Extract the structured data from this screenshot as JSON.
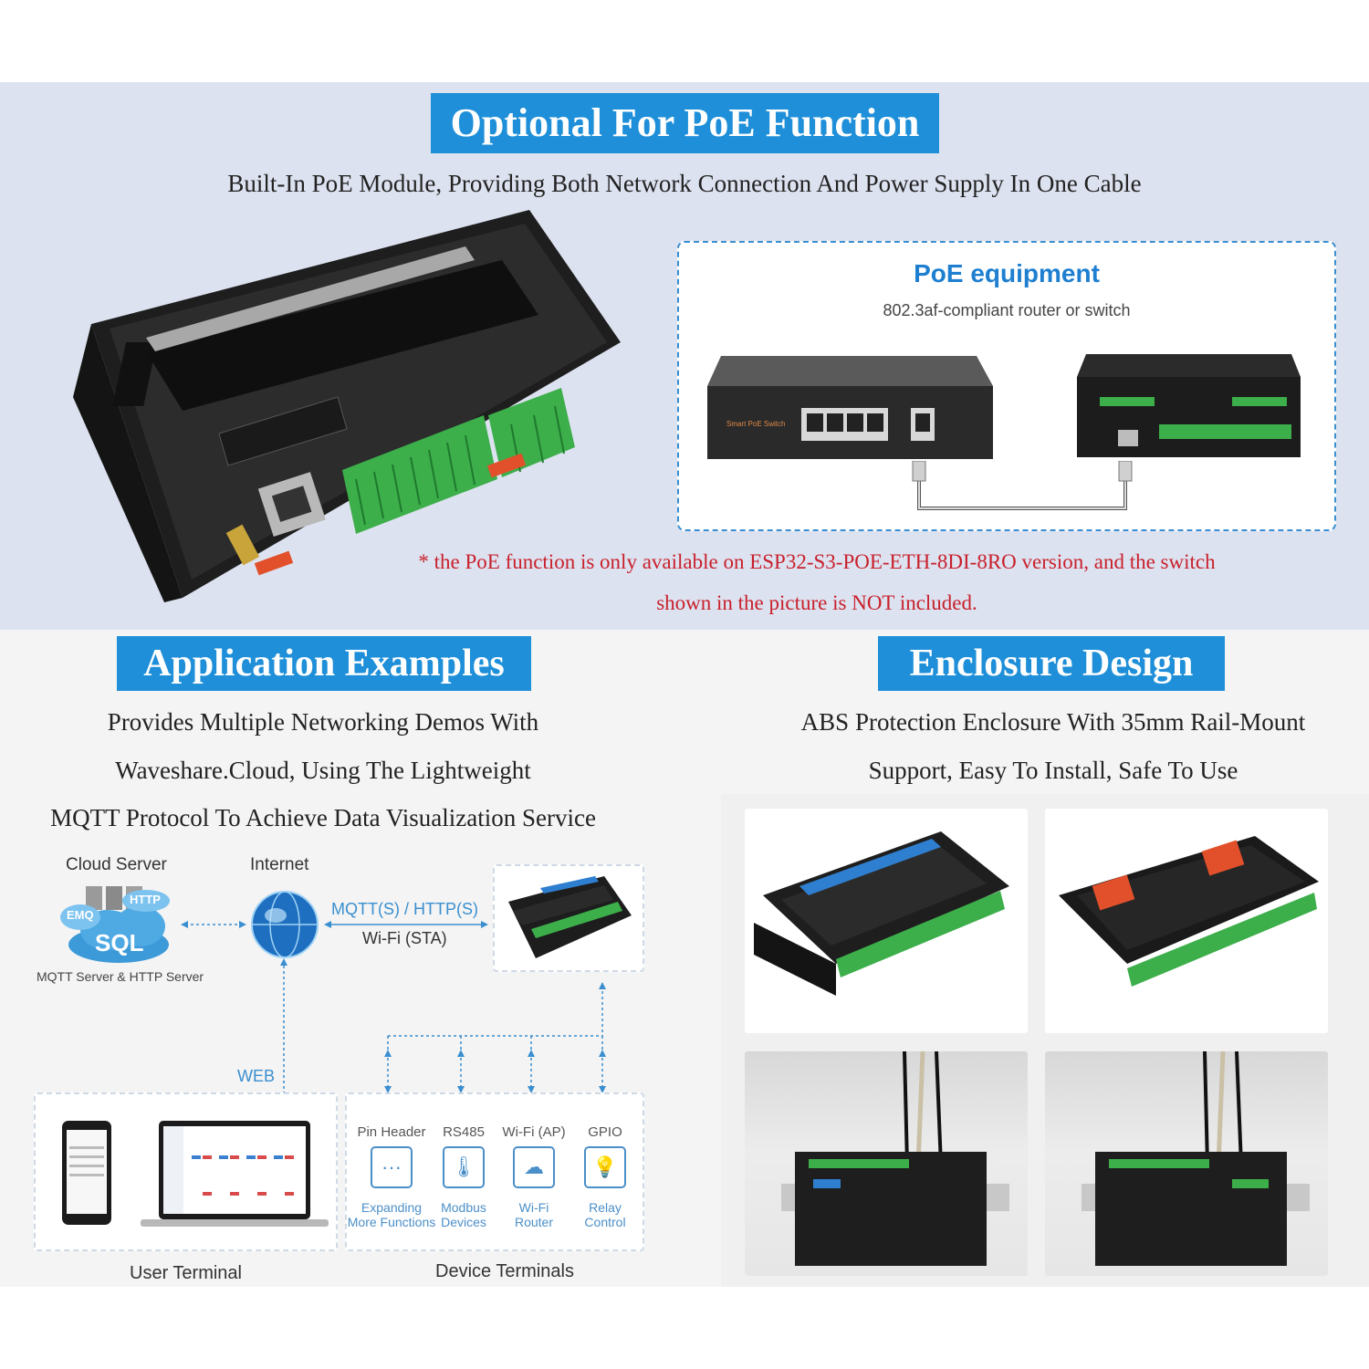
{
  "poe": {
    "banner": "Optional For PoE Function",
    "subtitle": "Built-In PoE Module, Providing Both Network Connection And Power Supply In One Cable",
    "panel_title": "PoE equipment",
    "panel_subtitle": "802.3af-compliant router or switch",
    "switch_label": "Smart PoE Switch",
    "note_line1": "* the PoE function is only available on ESP32-S3-POE-ETH-8DI-8RO version, and the switch",
    "note_line2": "shown in the picture is NOT included."
  },
  "app": {
    "banner": "Application Examples",
    "line1": "Provides Multiple Networking Demos With",
    "line2": "Waveshare.Cloud, Using The Lightweight",
    "line3": "MQTT Protocol To Achieve Data Visualization Service",
    "cloud_server": "Cloud Server",
    "internet": "Internet",
    "cloud_caption": "MQTT Server & HTTP Server",
    "proto_top": "MQTT(S) / HTTP(S)",
    "proto_bottom": "Wi-Fi (STA)",
    "web": "WEB",
    "user_terminal": "User Terminal",
    "device_terminals": "Device Terminals",
    "cloud_tags": {
      "emq": "EMQ",
      "http": "HTTP",
      "sql": "SQL"
    },
    "terminals": [
      {
        "label": "Pin Header",
        "icon": "dots-icon",
        "glyph": "···",
        "sub1": "Expanding",
        "sub2": "More Functions"
      },
      {
        "label": "RS485",
        "icon": "thermometer-icon",
        "glyph": "🌡",
        "sub1": "Modbus",
        "sub2": "Devices"
      },
      {
        "label": "Wi-Fi (AP)",
        "icon": "router-icon",
        "glyph": "☁",
        "sub1": "Wi-Fi",
        "sub2": "Router"
      },
      {
        "label": "GPIO",
        "icon": "lightbulb-icon",
        "glyph": "💡",
        "sub1": "Relay",
        "sub2": "Control"
      }
    ]
  },
  "enclosure": {
    "banner": "Enclosure Design",
    "line1": "ABS Protection Enclosure With 35mm Rail-Mount",
    "line2": "Support, Easy To Install, Safe To Use"
  },
  "colors": {
    "banner": "#1e8fd8",
    "poe_bg": "#dde2f0",
    "note_red": "#c8202b",
    "accent_blue": "#3a8fd0"
  }
}
